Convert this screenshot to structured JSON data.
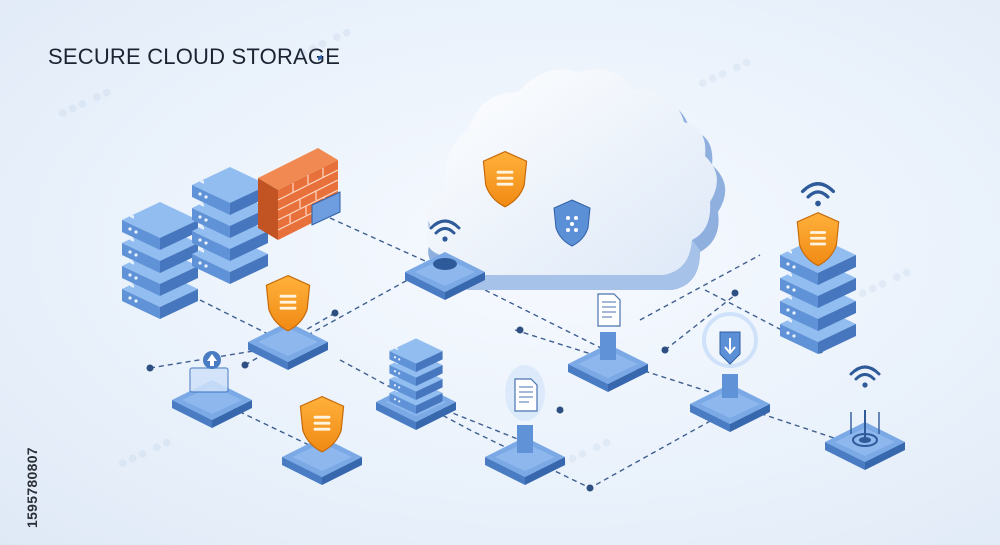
{
  "diagram": {
    "title": "SECURE CLOUD STORAGE",
    "stock_id": "1595780807",
    "colors": {
      "background": "#eaf1fb",
      "tile_top": "#6f9fe0",
      "tile_side": "#3f6fb8",
      "server_top": "#8db8ee",
      "shield": "#f5a623",
      "brick": "#e8703a",
      "connector": "#3f5f8f",
      "cloud": "#ffffff",
      "cloud_shade": "#8fb0df"
    },
    "nodes": [
      {
        "id": "server-rack-left",
        "icon": "server-rack-icon"
      },
      {
        "id": "server-rack-mid",
        "icon": "server-rack-icon"
      },
      {
        "id": "firewall",
        "icon": "brick-wall-icon"
      },
      {
        "id": "cloud",
        "icon": "cloud-icon"
      },
      {
        "id": "cloud-shield-orange",
        "icon": "shield-icon"
      },
      {
        "id": "cloud-shield-blue",
        "icon": "shield-icon"
      },
      {
        "id": "wifi-tile",
        "icon": "wifi-icon"
      },
      {
        "id": "shield-tile-upper",
        "icon": "shield-icon"
      },
      {
        "id": "upload-tile",
        "icon": "upload-icon"
      },
      {
        "id": "shield-tile-lower",
        "icon": "shield-icon"
      },
      {
        "id": "server-stack-center",
        "icon": "server-stack-icon"
      },
      {
        "id": "document-tile-left",
        "icon": "document-icon"
      },
      {
        "id": "document-tile-right",
        "icon": "document-icon"
      },
      {
        "id": "download-tile",
        "icon": "download-icon"
      },
      {
        "id": "server-rack-right",
        "icon": "server-rack-icon"
      },
      {
        "id": "antenna-tile",
        "icon": "antenna-icon"
      }
    ]
  }
}
